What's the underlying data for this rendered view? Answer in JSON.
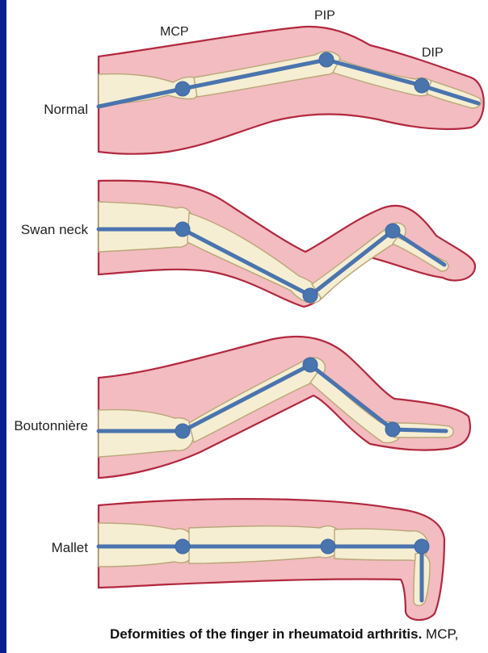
{
  "colors": {
    "border": "#0a1f8f",
    "skin": "#f2bcc0",
    "skin_outline": "#b2283f",
    "bone": "#f6eed2",
    "axis": "#4a74ae"
  },
  "joint_labels": {
    "mcp": "MCP",
    "pip": "PIP",
    "dip": "DIP"
  },
  "rows": [
    {
      "id": "normal",
      "label": "Normal"
    },
    {
      "id": "swan-neck",
      "label": "Swan neck"
    },
    {
      "id": "boutonniere",
      "label": "Boutonnière"
    },
    {
      "id": "mallet",
      "label": "Mallet"
    }
  ],
  "caption": {
    "bold_text": "Deformities of the finger in rheumatoid arthritis.",
    "normal_text": " MCP,"
  }
}
